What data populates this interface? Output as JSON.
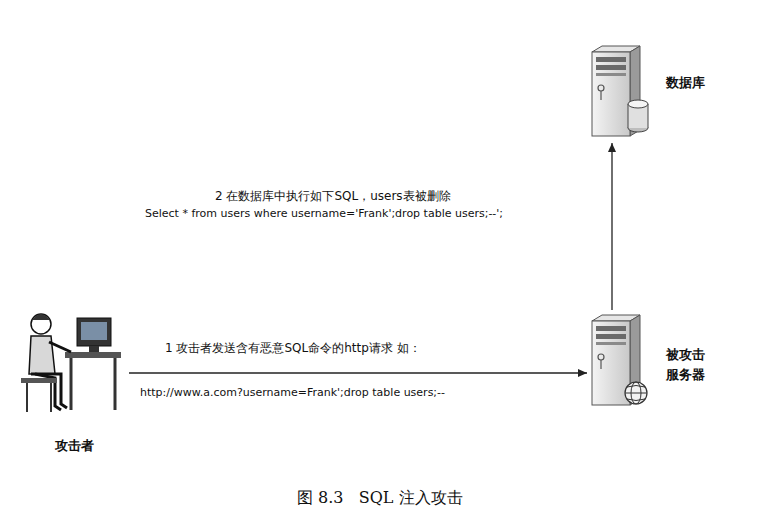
{
  "diagram": {
    "caption": "图 8.3   SQL 注入攻击",
    "nodes": [
      {
        "text": [
          "数据库"
        ]
      },
      {
        "text": [
          "被攻击 服务器"
        ]
      },
      {
        "text": [
          "攻击者"
        ]
      }
    ],
    "edges": [
      {
        "from": 2,
        "to": 1,
        "arrow": "to",
        "label": "1 攻击者发送含有恶意SQL命令的http请求 如："
      },
      {
        "from": 1,
        "to": 0,
        "arrow": "to",
        "label": "2 在数据库中执行如下SQL，users表被删除"
      }
    ],
    "labels": [
      "http://www.a.com?username=Frank';drop table users;--",
      "Select * from users where username='Frank';drop table users;--';"
    ]
  }
}
